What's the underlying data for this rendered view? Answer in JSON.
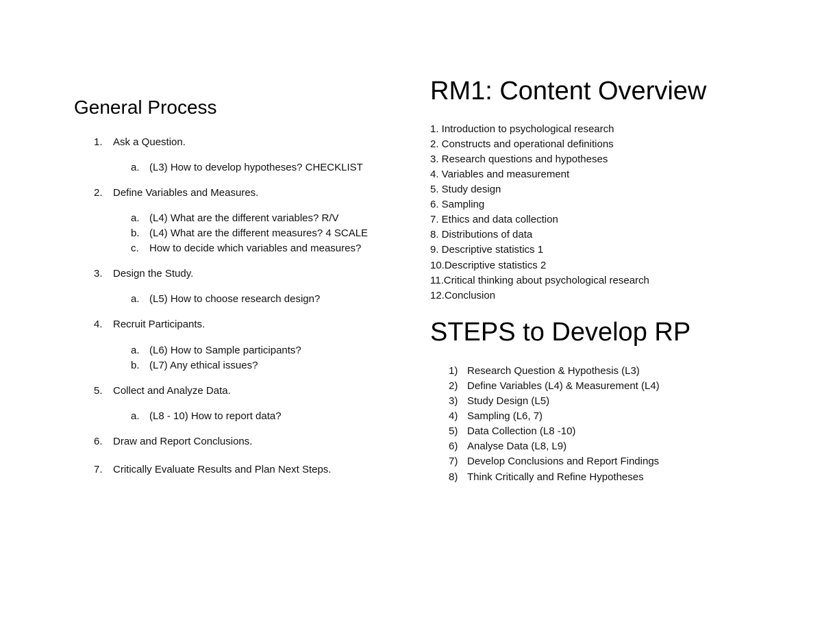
{
  "general_process": {
    "title": "General Process",
    "items": [
      {
        "number": "1.",
        "text": "Ask a Question.",
        "subitems": [
          {
            "letter": "a.",
            "text": "(L3) How to develop hypotheses? CHECKLIST"
          }
        ]
      },
      {
        "number": "2.",
        "text": "Define Variables and Measures.",
        "subitems": [
          {
            "letter": "a.",
            "text": "(L4) What are the different variables? R/V"
          },
          {
            "letter": "b.",
            "text": "(L4) What are the different measures? 4 SCALE"
          },
          {
            "letter": "c.",
            "text": "How to decide which variables and measures?"
          }
        ]
      },
      {
        "number": "3.",
        "text": "Design the Study.",
        "subitems": [
          {
            "letter": "a.",
            "text": "(L5) How to choose research design?"
          }
        ]
      },
      {
        "number": "4.",
        "text": "Recruit Participants.",
        "subitems": [
          {
            "letter": "a.",
            "text": "(L6) How to Sample participants?"
          },
          {
            "letter": "b.",
            "text": "(L7) Any ethical issues?"
          }
        ]
      },
      {
        "number": "5.",
        "text": "Collect and Analyze Data.",
        "subitems": [
          {
            "letter": "a.",
            "text": "(L8 - 10) How to report data?"
          }
        ]
      },
      {
        "number": "6.",
        "text": "Draw and Report Conclusions.",
        "subitems": []
      },
      {
        "number": "7.",
        "text": "Critically Evaluate Results and Plan Next Steps.",
        "subitems": []
      }
    ]
  },
  "content_overview": {
    "title": "RM1: Content Overview",
    "items": [
      "1. Introduction to psychological research",
      "2. Constructs and operational definitions",
      "3. Research questions and hypotheses",
      "4. Variables and measurement",
      "5. Study design",
      "6. Sampling",
      "7. Ethics and data collection",
      "8. Distributions of data",
      "9. Descriptive statistics 1",
      "10.Descriptive statistics 2",
      "11.Critical thinking about psychological research",
      "12.Conclusion"
    ]
  },
  "steps": {
    "title": "STEPS to Develop RP",
    "items": [
      {
        "number": "1)",
        "text": "Research Question & Hypothesis (L3)"
      },
      {
        "number": "2)",
        "text": "Define Variables (L4) & Measurement (L4)"
      },
      {
        "number": "3)",
        "text": "Study Design (L5)"
      },
      {
        "number": "4)",
        "text": "Sampling (L6, 7)"
      },
      {
        "number": "5)",
        "text": "Data Collection (L8 -10)"
      },
      {
        "number": "6)",
        "text": "Analyse Data (L8, L9)"
      },
      {
        "number": "7)",
        "text": "Develop Conclusions and Report Findings"
      },
      {
        "number": "8)",
        "text": "Think Critically and Refine Hypotheses"
      }
    ]
  }
}
